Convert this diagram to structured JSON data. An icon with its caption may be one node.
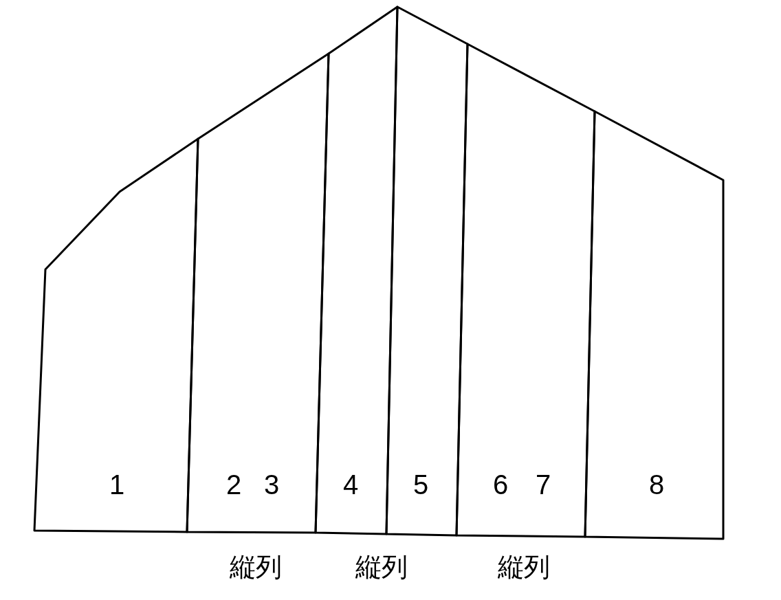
{
  "diagram": {
    "nodes": [
      {
        "text": [
          "1"
        ]
      },
      {
        "text": [
          "2",
          "3"
        ]
      },
      {
        "text": [
          "4"
        ]
      },
      {
        "text": [
          "5"
        ]
      },
      {
        "text": [
          "6",
          "7"
        ]
      },
      {
        "text": [
          "8"
        ]
      }
    ],
    "edges": [],
    "labels": [
      "縦列",
      "縦列",
      "縦列"
    ]
  }
}
